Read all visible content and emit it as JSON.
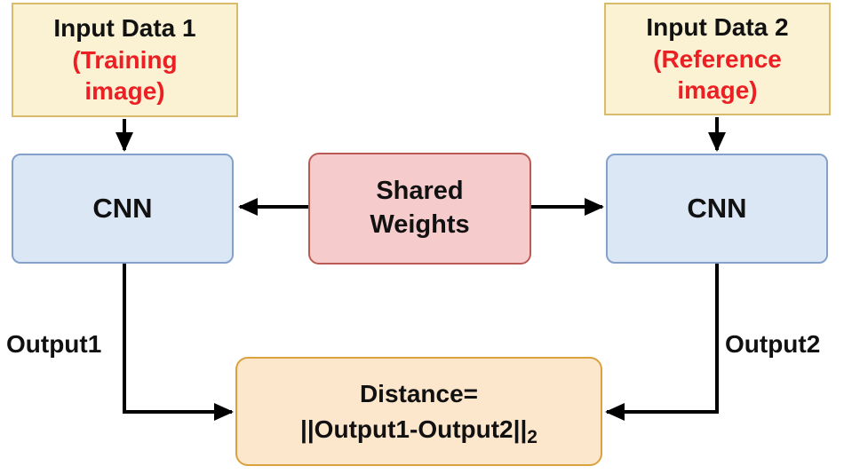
{
  "nodes": {
    "input1": {
      "title": "Input Data 1",
      "subtitle": "(Training image)"
    },
    "input2": {
      "title": "Input Data 2",
      "subtitle": "(Reference image)"
    },
    "cnn_left": {
      "label": "CNN"
    },
    "cnn_right": {
      "label": "CNN"
    },
    "shared_weights": {
      "label": "Shared Weights"
    },
    "distance": {
      "line1": "Distance=",
      "expression": "||Output1-Output2||",
      "subscript": "2"
    }
  },
  "edge_labels": {
    "output1": "Output1",
    "output2": "Output2"
  },
  "colors": {
    "background": "#FFFFFF",
    "input_fill": "#FBF2D3",
    "input_border": "#D8BB6B",
    "input_subtitle_text": "#EC2024",
    "cnn_fill": "#DCE7F5",
    "cnn_border": "#84A1CC",
    "shared_fill": "#F6CBCB",
    "shared_border": "#BA5A55",
    "distance_fill": "#FDE7CC",
    "distance_border": "#D9A23C",
    "arrow": "#000000",
    "text": "#111111"
  }
}
